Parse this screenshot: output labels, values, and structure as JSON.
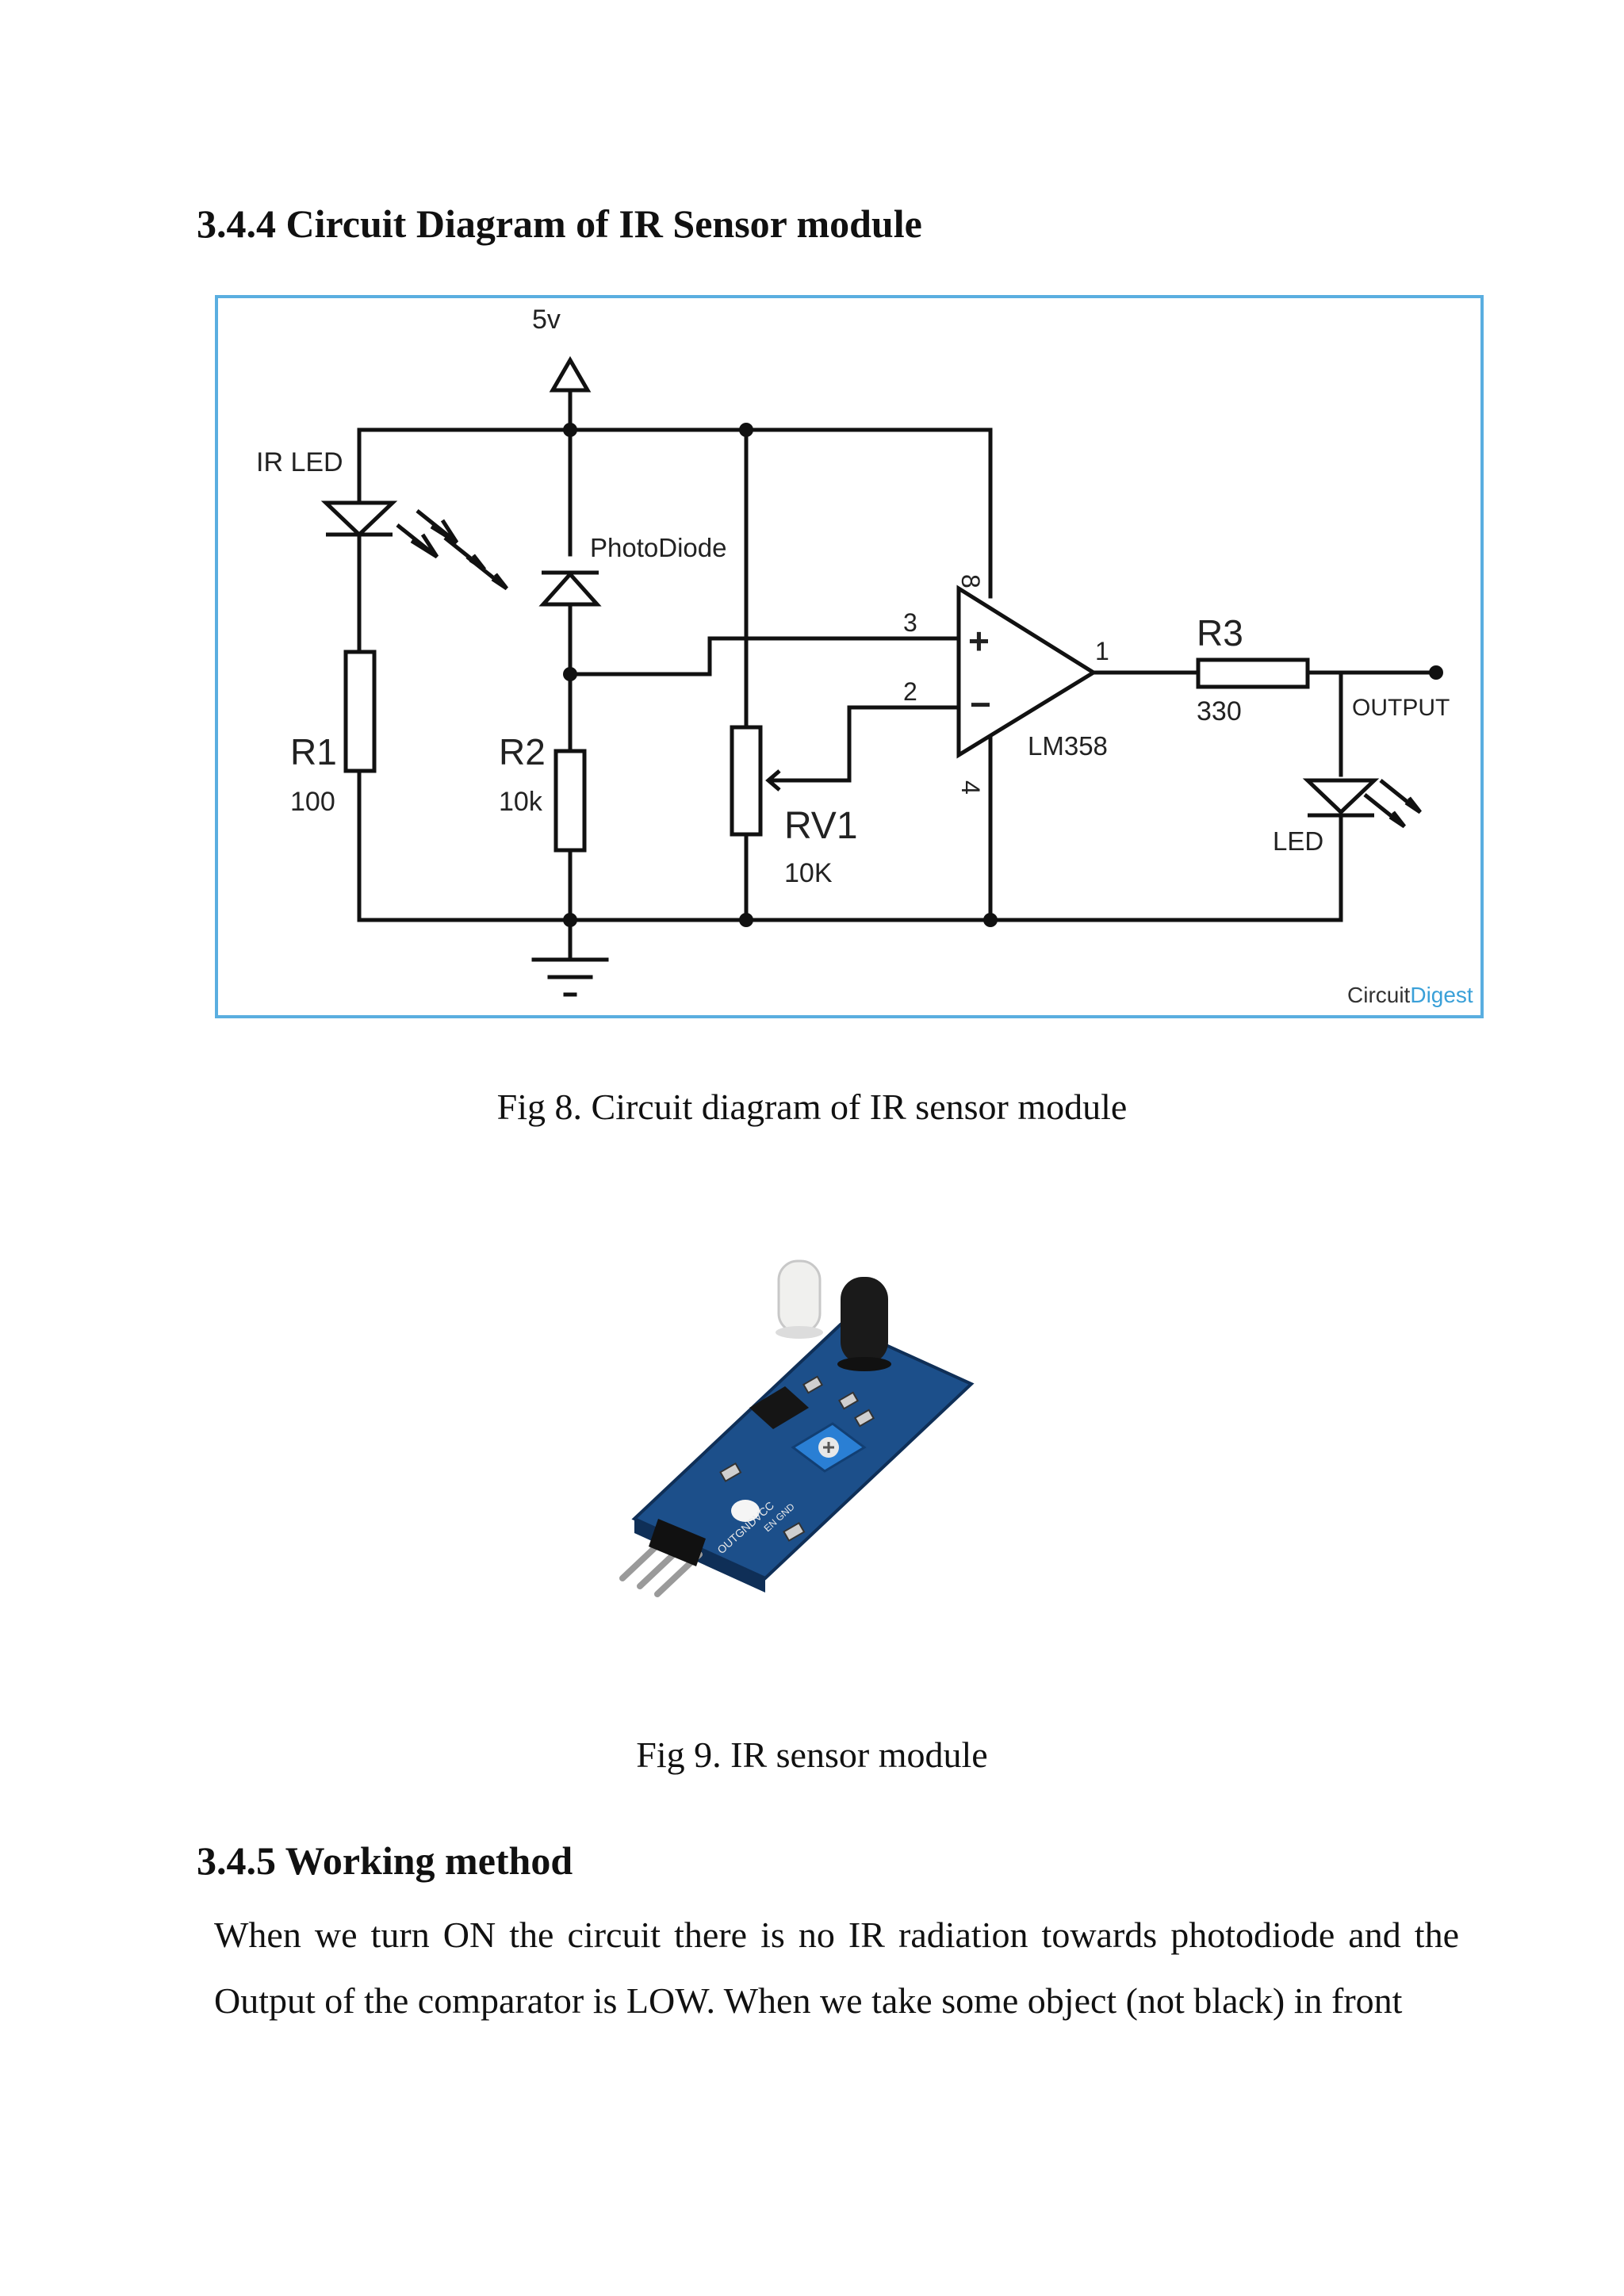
{
  "section_heading": "3.4.4 Circuit  Diagram  of IR Sensor module",
  "figure_8": {
    "caption": "Fig 8. Circuit diagram of IR sensor module",
    "labels": {
      "supply": "5v",
      "ir_led": "IR LED",
      "photodiode": "PhotoDiode",
      "r1": "R1",
      "r1_value": "100",
      "r2": "R2",
      "r2_value": "10k",
      "rv1": "RV1",
      "rv1_value": "10K",
      "pin3": "3",
      "pin2": "2",
      "pin8": "8",
      "pin4": "4",
      "pin1": "1",
      "plus": "+",
      "minus": "−",
      "opamp": "LM358",
      "r3": "R3",
      "r3_value": "330",
      "output": "OUTPUT",
      "led": "LED",
      "logo_part1": "Circuit",
      "logo_part2": "Digest"
    },
    "colors": {
      "frame": "#5aaee0",
      "logo_accent": "#3aa0d8"
    }
  },
  "figure_9": {
    "caption": "Fig 9. IR sensor module",
    "silkscreen": {
      "left": "OUTGNDVCC",
      "right": "EN GND"
    }
  },
  "section_heading_2": "3.4.5 Working  method",
  "paragraph": "When we turn ON the circuit there is no IR radiation towards photodiode and the Output of the comparator is LOW. When we take some object (not black) in front"
}
